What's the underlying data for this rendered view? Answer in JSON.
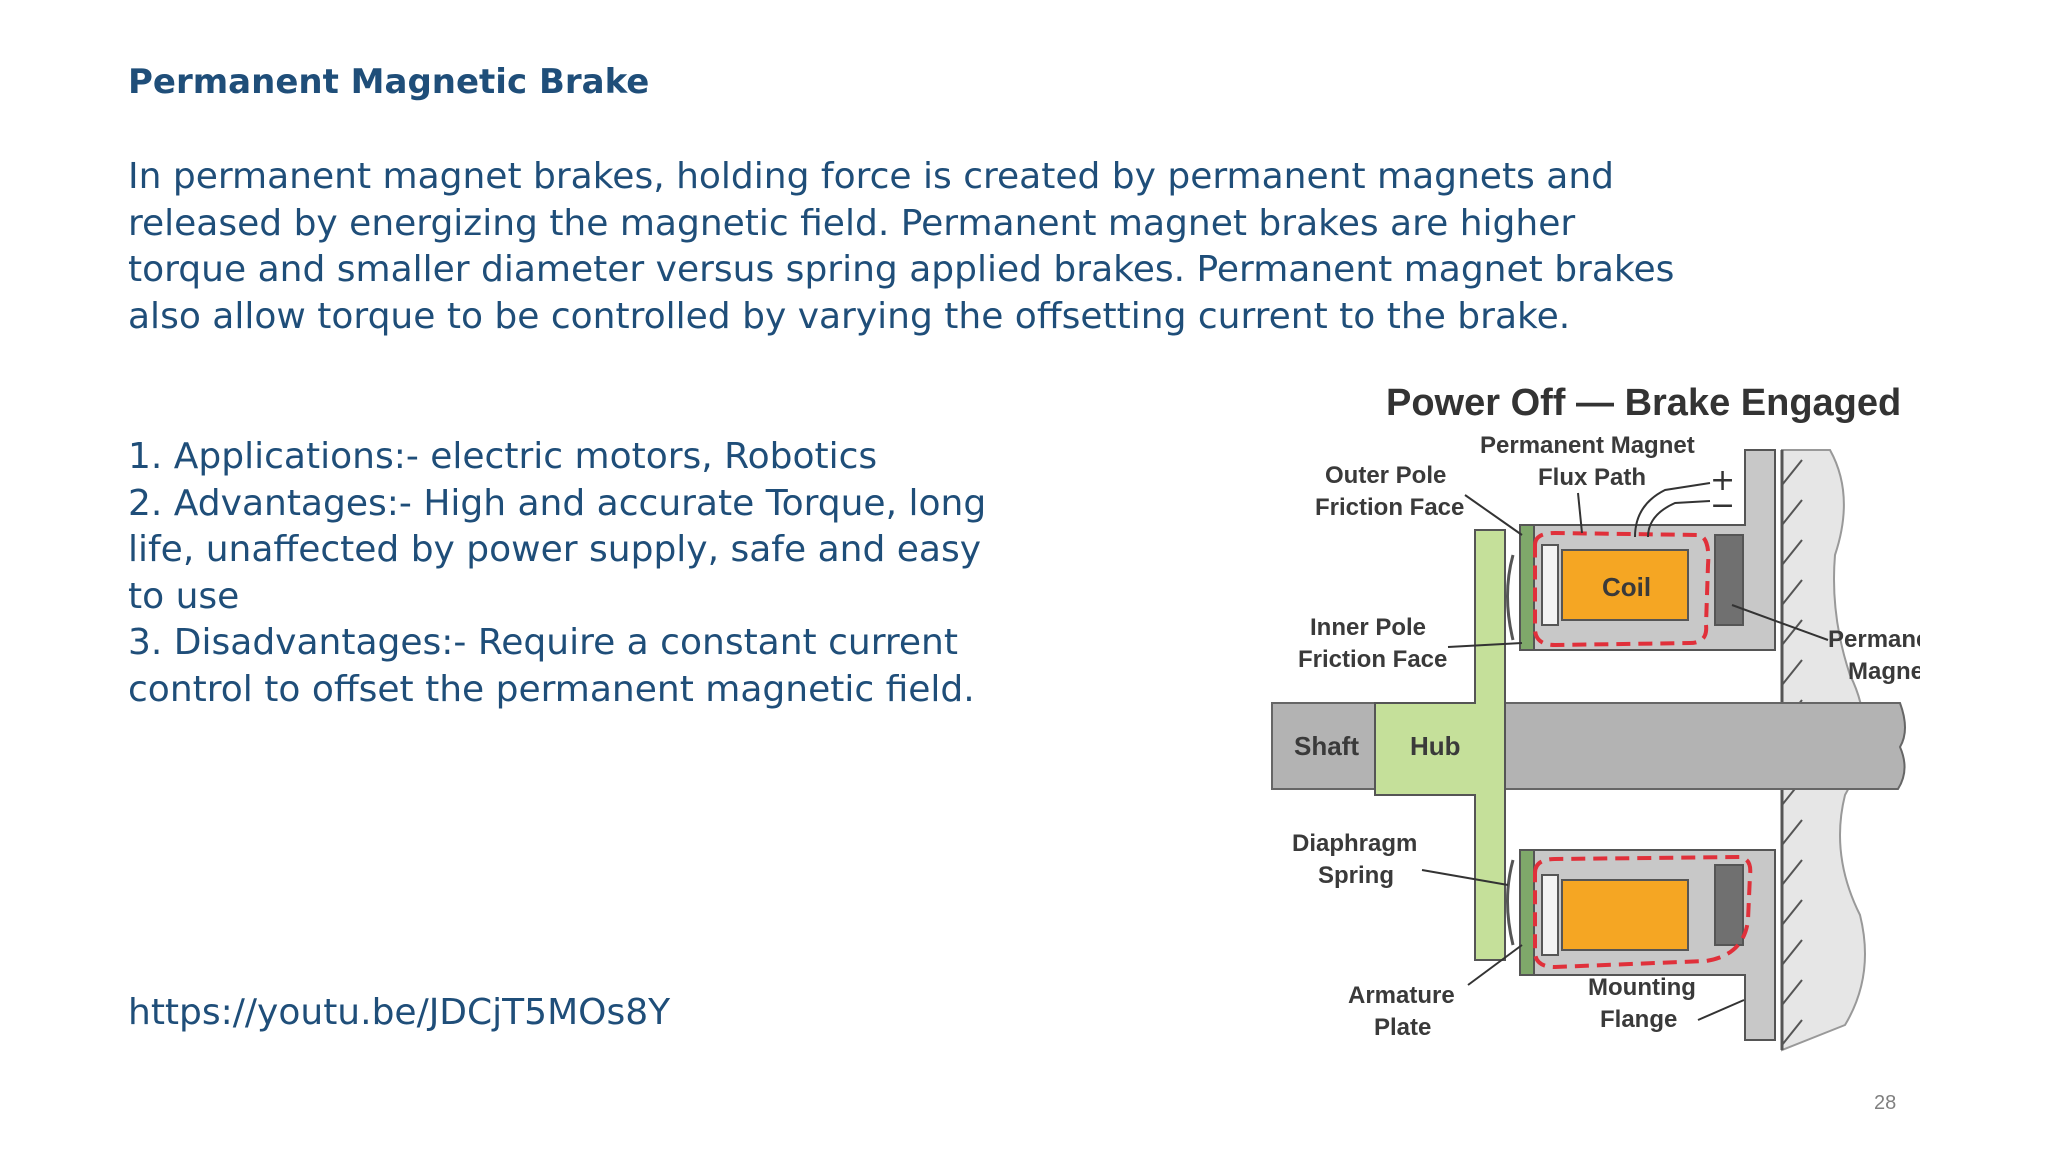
{
  "slide": {
    "title": "Permanent Magnetic Brake",
    "paragraph": "In permanent magnet brakes, holding force is created by permanent magnets and released by energizing the magnetic field. Permanent magnet brakes are higher torque and smaller diameter versus spring applied brakes. Permanent magnet brakes also allow torque to be controlled by varying the offsetting current to the brake.",
    "list": [
      "1. Applications:- electric motors, Robotics",
      "2. Advantages:- High and accurate Torque, long life, unaffected by power supply, safe and easy to use",
      "3. Disadvantages:- Require a constant current control to offset the permanent magnetic field."
    ],
    "link": "https://youtu.be/JDCjT5MOs8Y",
    "page_number": "28"
  },
  "diagram": {
    "title": "Power Off — Brake Engaged",
    "labels": {
      "pm_flux_1": "Permanent  Magnet",
      "pm_flux_2": "Flux Path",
      "outer_pole_1": "Outer Pole",
      "outer_pole_2": "Friction Face",
      "inner_pole_1": "Inner Pole",
      "inner_pole_2": "Friction Face",
      "coil": "Coil",
      "perm_magnet_1": "Permanent",
      "perm_magnet_2": "Magnet",
      "shaft": "Shaft",
      "hub": "Hub",
      "diaphragm_1": "Diaphragm",
      "diaphragm_2": "Spring",
      "armature_1": "Armature",
      "armature_2": "Plate",
      "mounting_1": "Mounting",
      "mounting_2": "Flange",
      "plus": "+",
      "minus": "−"
    },
    "colors": {
      "hub": "#c5e09a",
      "shaft": "#b3b3b3",
      "housing": "#c8c8c8",
      "coil": "#f5a623",
      "magnet": "#707070",
      "flux": "#e0303a",
      "armature": "#7fa86a",
      "wall": "#e6e6e6"
    }
  }
}
